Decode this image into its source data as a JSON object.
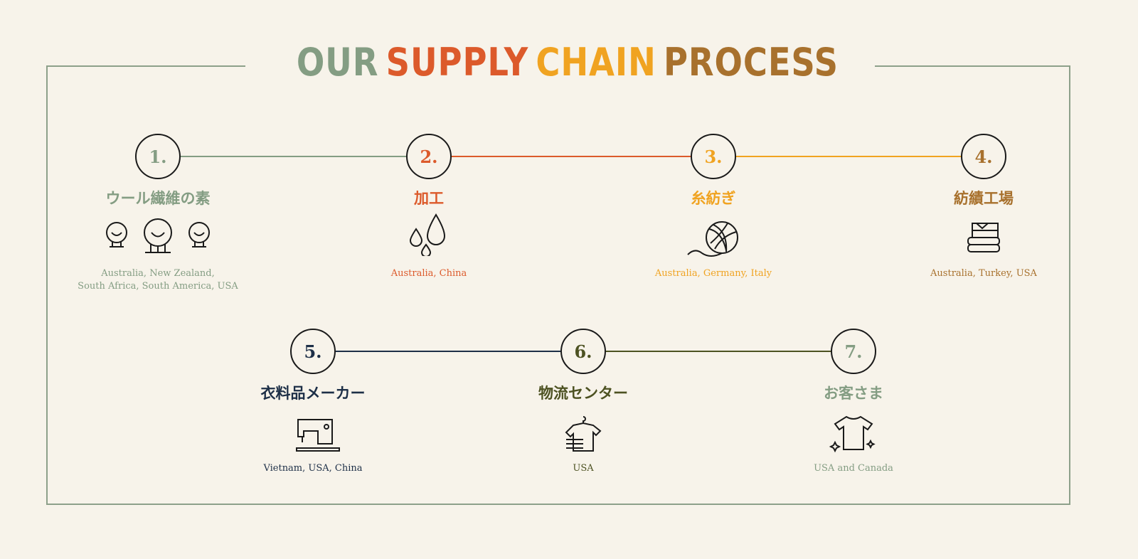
{
  "title": {
    "words": [
      "OUR",
      "SUPPLY",
      "CHAIN",
      "PROCESS"
    ]
  },
  "colors": {
    "sage": "#849d83",
    "orange": "#dc5a2b",
    "yellow": "#f0a321",
    "brown": "#a8712d",
    "navy": "#1d2f47",
    "olive": "#4d5222",
    "frame": "#8da08a"
  },
  "steps": [
    {
      "number": "1.",
      "label": "ウール繊維の素",
      "icon": "sheep-icon",
      "countries": "Australia, New Zealand,",
      "countries2": "South Africa, South America, USA"
    },
    {
      "number": "2.",
      "label": "加工",
      "icon": "water-drops-icon",
      "countries": "Australia, China"
    },
    {
      "number": "3.",
      "label": "糸紡ぎ",
      "icon": "yarn-ball-icon",
      "countries": "Australia, Germany, Italy"
    },
    {
      "number": "4.",
      "label": "紡績工場",
      "icon": "folded-fabric-icon",
      "countries": "Australia, Turkey, USA"
    },
    {
      "number": "5.",
      "label": "衣料品メーカー",
      "icon": "sewing-machine-icon",
      "countries": "Vietnam, USA, China"
    },
    {
      "number": "6.",
      "label": "物流センター",
      "icon": "shirt-hanger-icon",
      "countries": "USA"
    },
    {
      "number": "7.",
      "label": "お客さま",
      "icon": "sparkling-shirt-icon",
      "countries": "USA and Canada"
    }
  ]
}
